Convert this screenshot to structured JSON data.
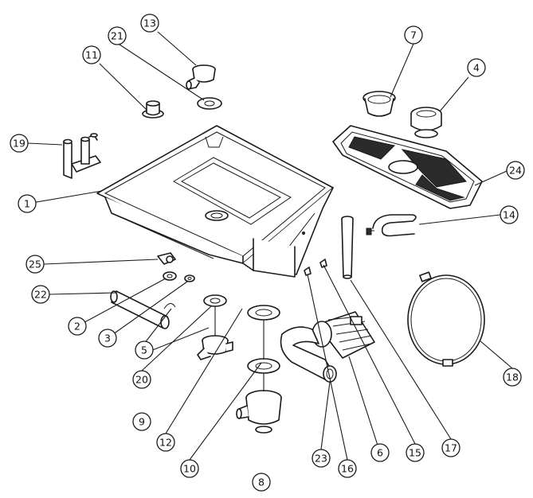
{
  "colors": {
    "line": "#1a1a1a",
    "background": "#ffffff",
    "mesh": "#2b2b2b"
  },
  "callouts": [
    {
      "id": "1",
      "label": "1"
    },
    {
      "id": "2",
      "label": "2"
    },
    {
      "id": "3",
      "label": "3"
    },
    {
      "id": "4",
      "label": "4"
    },
    {
      "id": "5",
      "label": "5"
    },
    {
      "id": "6",
      "label": "6"
    },
    {
      "id": "7",
      "label": "7"
    },
    {
      "id": "8",
      "label": "8"
    },
    {
      "id": "9",
      "label": "9"
    },
    {
      "id": "10",
      "label": "10"
    },
    {
      "id": "11",
      "label": "11"
    },
    {
      "id": "12",
      "label": "12"
    },
    {
      "id": "13",
      "label": "13"
    },
    {
      "id": "14",
      "label": "14"
    },
    {
      "id": "15",
      "label": "15"
    },
    {
      "id": "16",
      "label": "16"
    },
    {
      "id": "17",
      "label": "17"
    },
    {
      "id": "18",
      "label": "18"
    },
    {
      "id": "19",
      "label": "19"
    },
    {
      "id": "20",
      "label": "20"
    },
    {
      "id": "21",
      "label": "21"
    },
    {
      "id": "22",
      "label": "22"
    },
    {
      "id": "23",
      "label": "23"
    },
    {
      "id": "24",
      "label": "24"
    },
    {
      "id": "25",
      "label": "25"
    }
  ]
}
